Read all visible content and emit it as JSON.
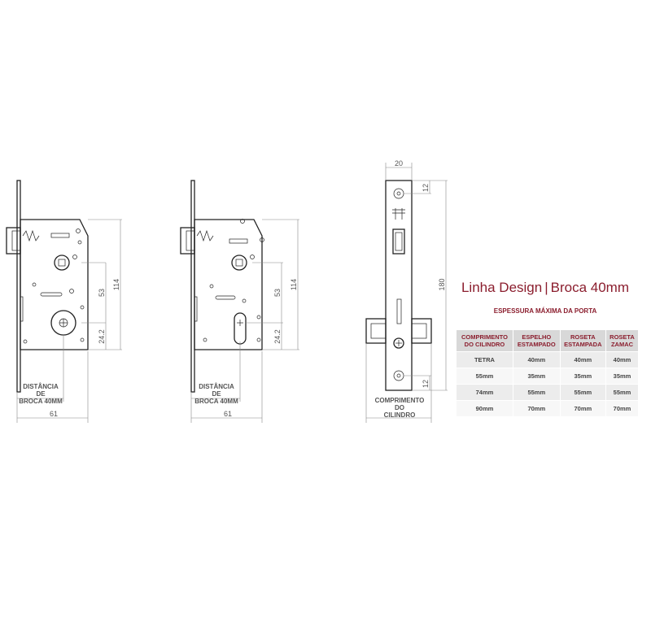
{
  "drawings": {
    "front_view_1": {
      "dim_width": "61",
      "dim_height": "114",
      "dim_center": "53",
      "dim_lower": "24.2",
      "label": [
        "DISTÂNCIA",
        "DE",
        "BROCA 40MM"
      ]
    },
    "front_view_2": {
      "dim_width": "61",
      "dim_height": "114",
      "dim_center": "53",
      "dim_lower": "24.2",
      "label": [
        "DISTÂNCIA",
        "DE",
        "BROCA 40MM"
      ]
    },
    "side_view": {
      "dim_top_width": "20",
      "dim_height": "180",
      "dim_top_hole": "12",
      "dim_bottom_hole": "12",
      "label": [
        "COMPRIMENTO",
        "DO",
        "CILINDRO"
      ]
    }
  },
  "title": {
    "left": "Linha Design",
    "separator": "|",
    "right": "Broca 40mm"
  },
  "subtitle": "ESPESSURA MÁXIMA DA PORTA",
  "table": {
    "headers": [
      "COMPRIMENTO DO CILINDRO",
      "ESPELHO ESTAMPADO",
      "ROSETA ESTAMPADA",
      "ROSETA ZAMAC"
    ],
    "rows": [
      [
        "TETRA",
        "40mm",
        "40mm",
        "40mm"
      ],
      [
        "55mm",
        "35mm",
        "35mm",
        "35mm"
      ],
      [
        "74mm",
        "55mm",
        "55mm",
        "55mm"
      ],
      [
        "90mm",
        "70mm",
        "70mm",
        "70mm"
      ]
    ]
  },
  "colors": {
    "accent": "#8b1e2e",
    "header_bg": "#d8d8d8",
    "row_bg": "#ececec"
  }
}
